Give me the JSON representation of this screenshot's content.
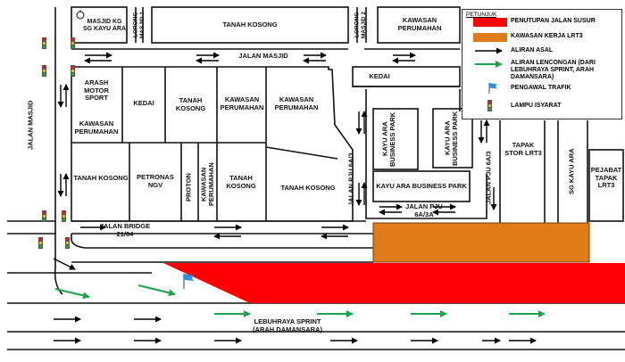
{
  "colors": {
    "closure": "#ff0000",
    "lrt_site": "#e07b1a",
    "detour_arrow": "#1aa34a",
    "original_arrow": "#000000",
    "road_edge": "#111111",
    "traffic_light_red": "#e02020",
    "traffic_light_yellow": "#e8c020",
    "traffic_light_green": "#2aa040",
    "warden_flag": "#2f8fe0"
  },
  "labels": {
    "masjid": "MASJID KG SG KAYU ARA",
    "lorong_masjid_1": "LORONG MASJID 1",
    "lorong_masjid_2": "LORONG MASJID 2",
    "tanah_kosong_top": "TANAH KOSONG",
    "kawasan_perumahan_top": "KAWASAN PERUMAHAN",
    "jalan_masjid_h": "JALAN MASJID",
    "jalan_masjid_v": "JALAN MASJID",
    "kedai_right": "KEDAI",
    "arash": "ARASH MOTOR SPORT",
    "kedai_left": "KEDAI",
    "tanah_kosong_a": "TANAH KOSONG",
    "kawasan_perumahan_a": "KAWASAN PERUMAHAN",
    "kawasan_perumahan_b": "KAWASAN PERUMAHAN",
    "kawasan_perumahan_c": "KAWASAN PERUMAHAN",
    "tanah_kosong_b": "TANAH KOSONG",
    "petronas": "PETRONAS NGV",
    "proton": "PROTON",
    "kawasan_perumahan_d": "KAWASAN PERUMAHAN",
    "tanah_kosong_c": "TANAH KOSONG",
    "tanah_kosong_d": "TANAH KOSONG",
    "kab_left": "KAYU ARA BUSINESS PARK",
    "kab_right": "KAYU ARA BUSINESS PARK",
    "kab_wide": "KAYU ARA BUSINESS PARK",
    "jalan_pju_6a3_left": "JALAN PJU 6A/3",
    "jalan_pju_6a3_right": "JALAN PJU 6A/3",
    "jalan_pju_6a3a": "JALAN PJU 6A/3A",
    "tapak_stor": "TAPAK STOR LRT3",
    "sg_kayu_ara": "SG KAYU ARA",
    "pejabat_tapak": "PEJABAT TAPAK LRT3",
    "jalan_bridge": "JALAN BRIDGE 21/64",
    "sprint": "LEBUHRAYA SPRINT (ARAH DAMANSARA)"
  },
  "legend": {
    "title": "PETUNJUK",
    "items": [
      {
        "label": "PENUTUPAN JALAN SUSUR",
        "symbol": "red-block-swatch"
      },
      {
        "label": "KAWASAN KERJA LRT3",
        "symbol": "orange-block-swatch"
      },
      {
        "label": "ALIRAN ASAL",
        "symbol": "black-arrow"
      },
      {
        "label": "ALIRAN LENCONGAN (DARI LEBUHRAYA SPRINT, ARAH DAMANSARA)",
        "symbol": "green-arrow"
      },
      {
        "label": "PENGAWAL TRAFIK",
        "symbol": "flag-icon"
      },
      {
        "label": "LAMPU ISYARAT",
        "symbol": "traffic-light-icon"
      }
    ]
  }
}
